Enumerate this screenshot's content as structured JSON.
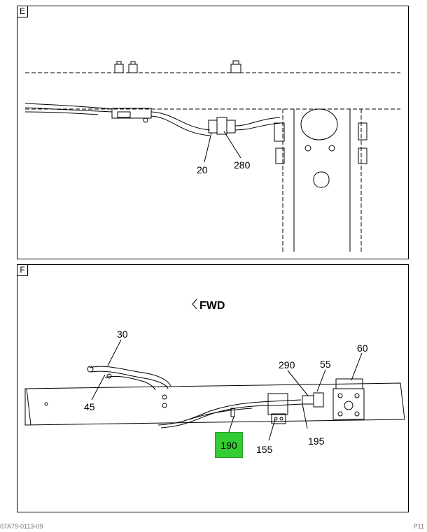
{
  "panels": [
    {
      "tag": "E",
      "callouts": [
        "20",
        "280"
      ]
    },
    {
      "tag": "F",
      "direction_label": "FWD",
      "callouts": [
        "30",
        "45",
        "290",
        "55",
        "60",
        "195",
        "155",
        "190"
      ]
    }
  ],
  "highlighted_callout": {
    "label": "190",
    "color": "#33cc33"
  },
  "footer": {
    "left": "07A79-0113-09",
    "right": "P11"
  }
}
